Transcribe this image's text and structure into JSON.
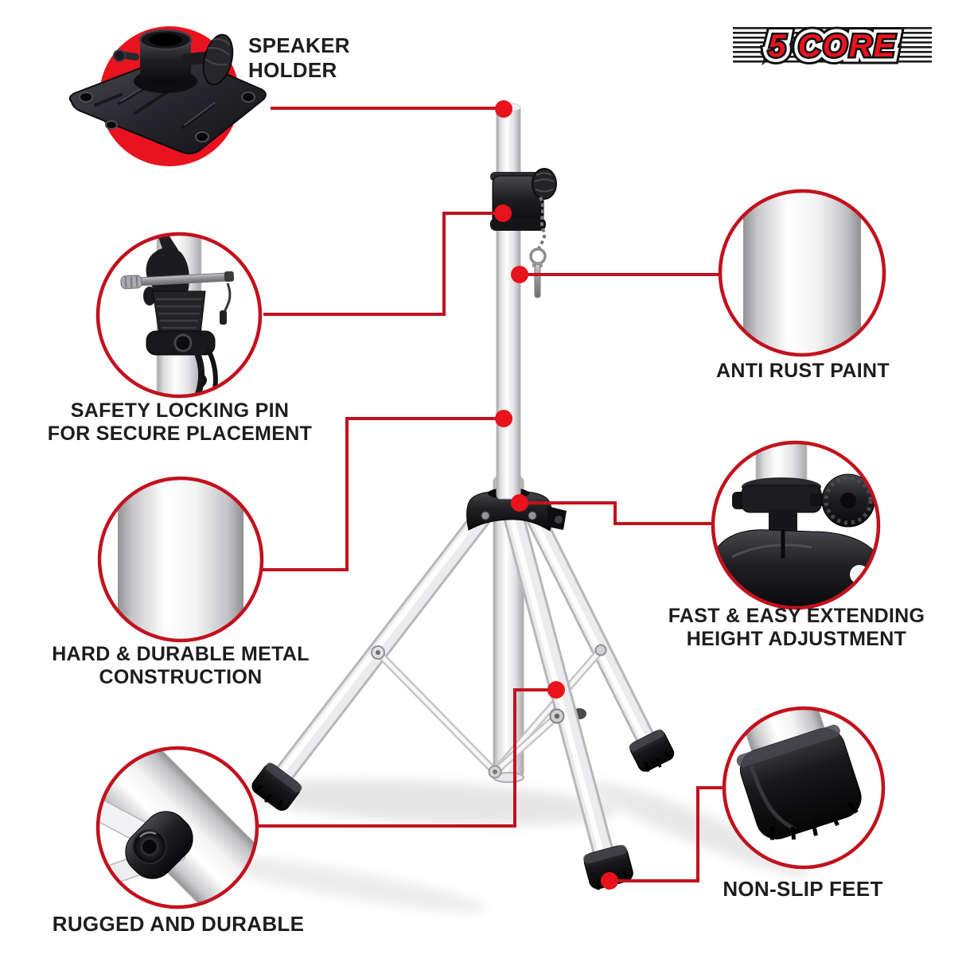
{
  "colors": {
    "accent_line": "#c2121e",
    "accent_dot": "#e8131b",
    "spotlight_red": "#e8131f",
    "logo_red": "#e8131f",
    "text": "#1d1d1b"
  },
  "brand": {
    "logo_text": "5 CORE"
  },
  "callouts": {
    "speaker_holder": {
      "line1": "SPEAKER",
      "line2": "HOLDER"
    },
    "safety_pin": {
      "line1": "SAFETY LOCKING PIN",
      "line2": "FOR SECURE PLACEMENT"
    },
    "anti_rust": {
      "line1": "ANTI RUST PAINT"
    },
    "hard_metal": {
      "line1": "HARD & DURABLE METAL",
      "line2": "CONSTRUCTION"
    },
    "height_adjustment": {
      "line1": "FAST & EASY EXTENDING",
      "line2": "HEIGHT ADJUSTMENT"
    },
    "rugged": {
      "line1": "RUGGED AND DURABLE"
    },
    "non_slip": {
      "line1": "NON-SLIP FEET"
    }
  }
}
